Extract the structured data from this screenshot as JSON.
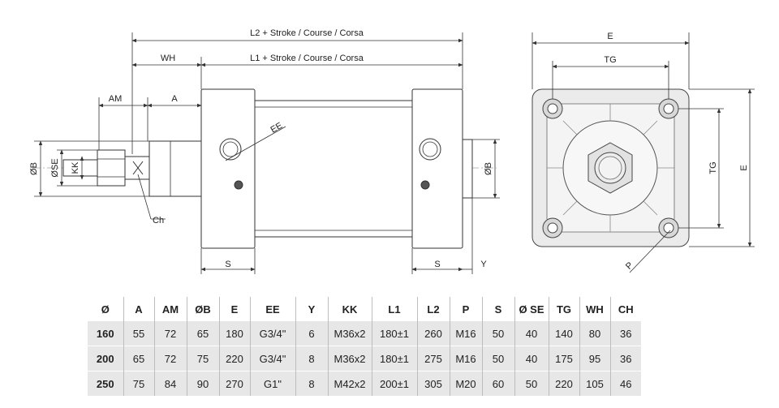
{
  "side_view": {
    "labels": {
      "l2": "L2 + Stroke / Course / Corsa",
      "l1": "L1 + Stroke / Course / Corsa",
      "wh": "WH",
      "am": "AM",
      "a": "A",
      "ee": "EE",
      "ob_left": "ØB",
      "ose": "ØSE",
      "kk": "KK",
      "ch": "Ch",
      "ob_right": "ØB",
      "s_left": "S",
      "s_right": "S",
      "y": "Y"
    }
  },
  "end_view": {
    "labels": {
      "e_top": "E",
      "tg_top": "TG",
      "tg_side": "TG",
      "e_side": "E",
      "p": "P"
    }
  },
  "table": {
    "headers": [
      "Ø",
      "A",
      "AM",
      "ØB",
      "E",
      "EE",
      "Y",
      "KK",
      "L1",
      "L2",
      "P",
      "S",
      "Ø SE",
      "TG",
      "WH",
      "CH"
    ],
    "rows": [
      [
        "160",
        "55",
        "72",
        "65",
        "180",
        "G3/4\"",
        "6",
        "M36x2",
        "180±1",
        "260",
        "M16",
        "50",
        "40",
        "140",
        "80",
        "36"
      ],
      [
        "200",
        "65",
        "72",
        "75",
        "220",
        "G3/4\"",
        "8",
        "M36x2",
        "180±1",
        "275",
        "M16",
        "50",
        "40",
        "175",
        "95",
        "36"
      ],
      [
        "250",
        "75",
        "84",
        "90",
        "270",
        "G1\"",
        "8",
        "M42x2",
        "200±1",
        "305",
        "M20",
        "60",
        "50",
        "220",
        "105",
        "46"
      ]
    ]
  }
}
